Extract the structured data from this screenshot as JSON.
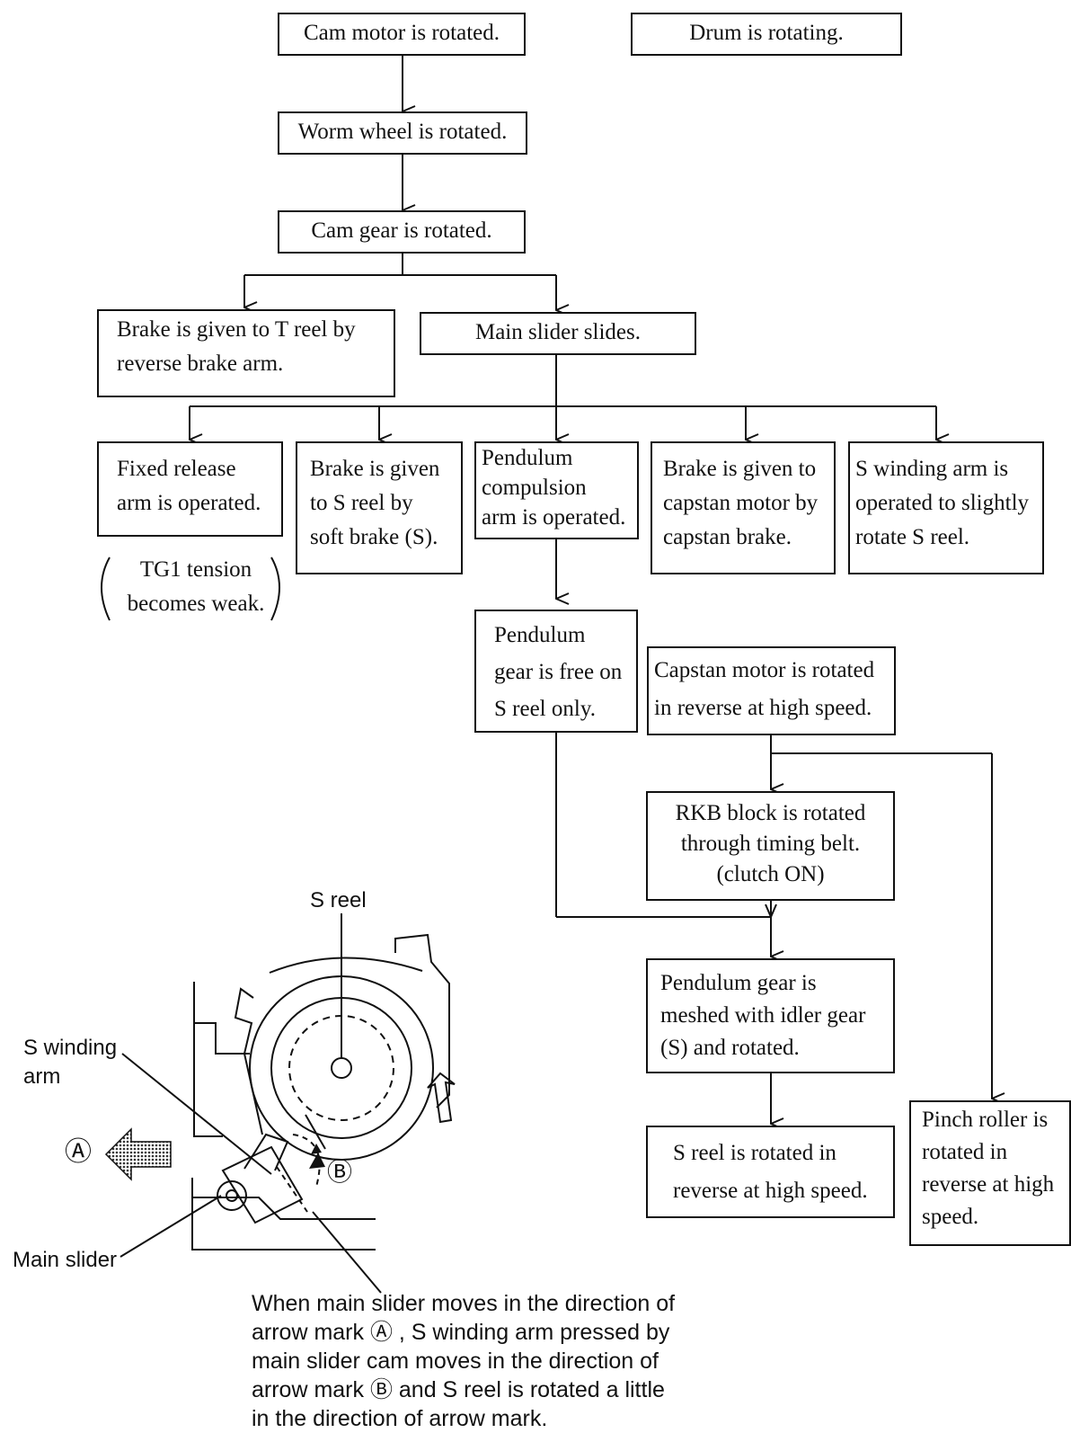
{
  "flow": {
    "cam_motor": "Cam motor is rotated.",
    "drum": "Drum is rotating.",
    "worm_wheel": "Worm wheel is rotated.",
    "cam_gear": "Cam gear is rotated.",
    "brake_t_reel": "Brake is given to T reel by\nreverse brake arm.",
    "main_slider": "Main slider slides.",
    "fixed_release": "Fixed release\narm is operated.",
    "tg1_note": "TG1 tension\nbecomes weak.",
    "brake_s_reel": "Brake is given\nto S reel by\nsoft brake (S).",
    "pendulum_compulsion": "Pendulum\ncompulsion\narm is operated.",
    "brake_capstan": "Brake is given to\ncapstan motor by\ncapstan brake.",
    "s_winding_arm": "S winding arm is\noperated to slightly\nrotate S reel.",
    "pendulum_free": "Pendulum\ngear is free on\nS reel only.",
    "capstan_reverse": "Capstan motor is rotated\nin reverse at high speed.",
    "rkb_block": "RKB block is rotated\nthrough timing belt.\n(clutch ON)",
    "pendulum_meshed": "Pendulum gear is\nmeshed with idler gear\n(S) and rotated.",
    "s_reel_reverse": "S reel is rotated in\nreverse at high speed.",
    "pinch_roller": "Pinch roller is\nrotated in\nreverse at high\nspeed."
  },
  "illustration": {
    "s_reel_label": "S reel",
    "s_winding_arm_label": "S winding\narm",
    "main_slider_label": "Main slider",
    "mark_a": "Ⓐ",
    "mark_b": "Ⓑ",
    "caption": "When main slider moves in the direction of\narrow mark Ⓐ , S winding arm pressed by\nmain slider cam moves in the direction of\narrow mark Ⓑ and S reel is rotated a little\nin the direction of arrow mark."
  }
}
